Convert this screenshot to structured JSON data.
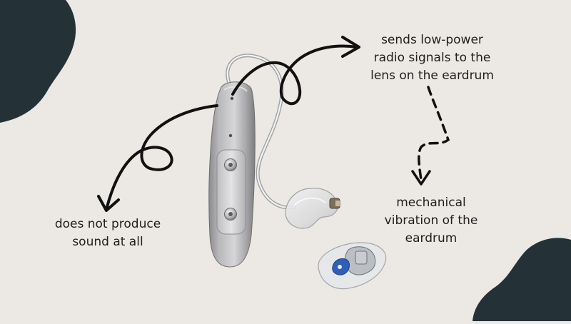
{
  "annotations": {
    "top_right": [
      "sends low-power",
      "radio signals to the",
      "lens on the eardrum"
    ],
    "left": [
      "does not produce",
      "sound at all"
    ],
    "bottom_right": [
      "mechanical",
      "vibration of the",
      "eardrum"
    ]
  },
  "colors": {
    "background": "#ece8e3",
    "blob": "#243238",
    "arrow": "#111111",
    "device_body": "#a9a9ab"
  },
  "icons": {
    "device": "hearing-aid-device",
    "earpiece": "ear-tip",
    "lens": "eardrum-lens"
  }
}
